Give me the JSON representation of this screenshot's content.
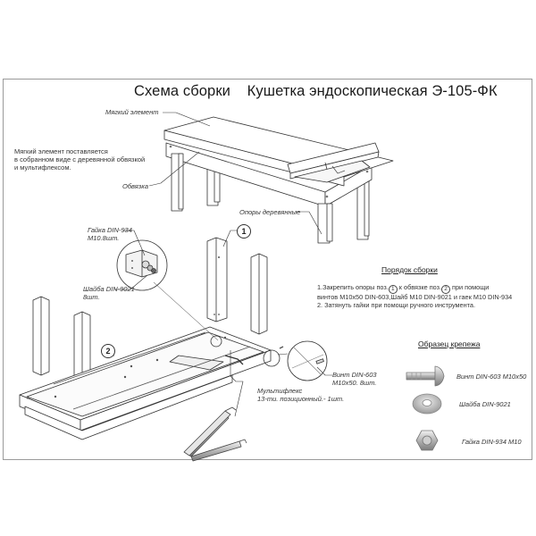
{
  "title": "Схема сборки    Кушетка эндоскопическая Э-105-ФК",
  "callouts": {
    "soft_element": "Мягкий элемент",
    "frame_strap": "Обвязка",
    "wooden_legs": "Опоры деревянные",
    "nut": [
      "Гайка DIN-934",
      "М10.8шт."
    ],
    "washer": [
      "Шайба DIN-9021",
      "8шт."
    ],
    "screw": [
      "Винт DIN-603",
      "М10х50. 8шт."
    ],
    "multiflex": [
      "Мультифлекс",
      "13-ти. позиционный.- 1шт."
    ]
  },
  "note": [
    "Мягкий элемент поставляется",
    "в собранном виде с деревянной обвязкой",
    "и мультифлексом."
  ],
  "badges": {
    "part1": "1",
    "part2": "2"
  },
  "assembly": {
    "heading": "Порядок сборки",
    "step1_a": "1.Закрепить опоры поз.",
    "step1_pos1": "1",
    "step1_b": " к обвязке поз.",
    "step1_pos2": "2",
    "step1_c": " при помощи",
    "step1_line2": "винтов М10х50 DIN-603,Шайб М10 DIN-9021 и гаек М10 DIN-934",
    "step2": "2. Затянуть гайки при помощи ручного инструмента."
  },
  "fasteners": {
    "heading": "Образец крепежа",
    "items": [
      {
        "label": "Винт DIN-603 М10х50",
        "icon": "carriage-bolt"
      },
      {
        "label": "Шайба DIN-9021",
        "icon": "washer"
      },
      {
        "label": "Гайка DIN-934 М10",
        "icon": "hex-nut"
      }
    ]
  }
}
